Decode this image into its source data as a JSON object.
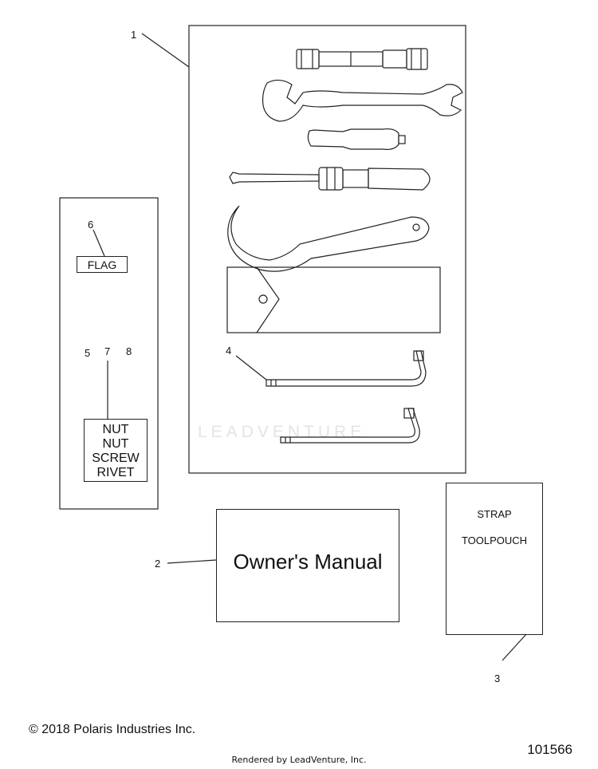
{
  "callouts": {
    "c1": "1",
    "c2": "2",
    "c3": "3",
    "c4": "4",
    "c5": "5",
    "c6": "6",
    "c7": "7",
    "c8": "8"
  },
  "labels": {
    "flag": "FLAG",
    "hardware": [
      "NUT",
      "NUT",
      "SCREW",
      "RIVET"
    ],
    "owners_manual": "Owner's Manual",
    "strap": "STRAP",
    "toolpouch": "TOOLPOUCH"
  },
  "watermark": "LEADVENTURE",
  "footer": {
    "copyright": "© 2018 Polaris Industries Inc.",
    "rendered_by": "Rendered by LeadVenture, Inc.",
    "diagram_id": "101566"
  }
}
